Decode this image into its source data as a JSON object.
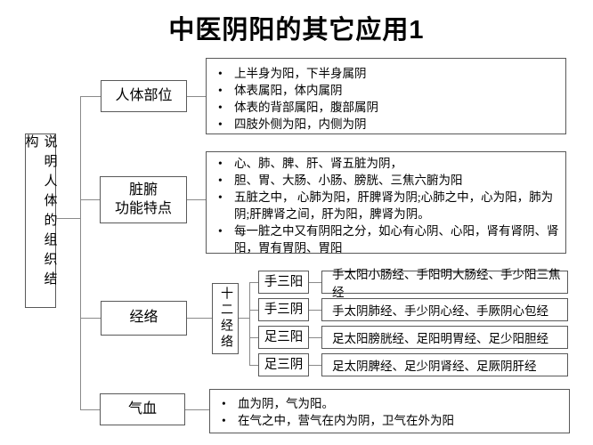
{
  "title": "中医阴阳的其它应用1",
  "root": {
    "label": "说明人体的组织结构"
  },
  "branch1": {
    "label": "人体部位",
    "bullets": [
      "上半身为阳，下半身属阴",
      "体表属阳，体内属阴",
      "体表的背部属阳，腹部属阴",
      "四肢外侧为阳，内侧为阴"
    ]
  },
  "branch2": {
    "label_line1": "脏腑",
    "label_line2": "功能特点",
    "bullets": [
      "心、肺、脾、肝、肾五脏为阴，",
      "胆、胃、大肠、小肠、膀胱、三焦六腑为阳",
      "五脏之中， 心肺为阳，肝脾肾为阴;心肺之中，心为阳，肺为阴;肝脾肾之间，肝为阳，脾肾为阴。",
      "每一脏之中又有阴阳之分，如心有心阴、心阳，肾有肾阴、肾阳，胃有胃阴、胃阳"
    ]
  },
  "branch3": {
    "label": "经络",
    "sub_root": "十二经络",
    "rows": [
      {
        "label": "手三阳",
        "text": "手太阳小肠经、手阳明大肠经、手少阳三焦经"
      },
      {
        "label": "手三阴",
        "text": "手太阴肺经、手少阴心经、手厥阴心包经"
      },
      {
        "label": "足三阳",
        "text": "足太阳膀胱经、足阳明胃经、足少阳胆经"
      },
      {
        "label": "足三阴",
        "text": "足太阴脾经、足少阴肾经、足厥阴肝经"
      }
    ]
  },
  "branch4": {
    "label": "气血",
    "bullets": [
      "血为阴，气为阳。",
      "在气之中，营气在内为阴，卫气在外为阳"
    ]
  }
}
